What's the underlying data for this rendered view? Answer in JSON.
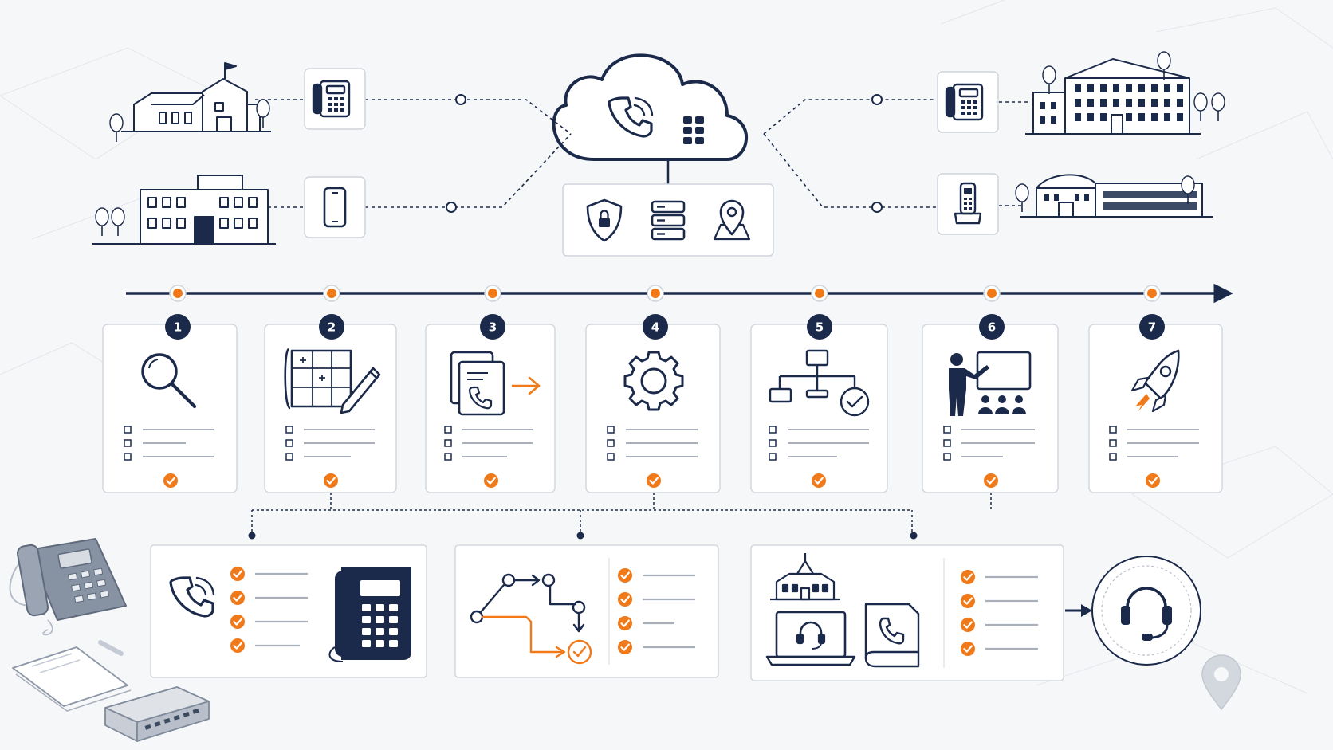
{
  "colors": {
    "navy": "#1b2a4a",
    "orange": "#f07a1a",
    "card_border": "#d3d7de",
    "card_fill": "#ffffff",
    "line_gray": "#a9b0bb",
    "background": "#f6f7f9"
  },
  "cloud": {
    "icons": [
      "phone-call-icon",
      "keypad-grid-icon"
    ],
    "services": [
      "shield-lock-icon",
      "server-stack-icon",
      "map-pin-icon"
    ]
  },
  "sites": [
    {
      "side": "left",
      "building": "school-building-icon",
      "device": "desk-phone-icon"
    },
    {
      "side": "left",
      "building": "office-building-icon",
      "device": "mobile-phone-icon"
    },
    {
      "side": "right",
      "building": "multistory-building-icon",
      "device": "desk-phone-icon"
    },
    {
      "side": "right",
      "building": "campus-building-icon",
      "device": "cordless-phone-icon"
    }
  ],
  "steps": [
    {
      "number": "1",
      "icon": "magnifier-icon"
    },
    {
      "number": "2",
      "icon": "blueprint-pencil-icon"
    },
    {
      "number": "3",
      "icon": "documents-phone-arrow-icon"
    },
    {
      "number": "4",
      "icon": "gear-icon"
    },
    {
      "number": "5",
      "icon": "flowchart-check-icon"
    },
    {
      "number": "6",
      "icon": "presenter-audience-icon"
    },
    {
      "number": "7",
      "icon": "rocket-icon"
    }
  ],
  "detail_panels": [
    {
      "left_icon": "phone-call-icon",
      "right_icon": "desk-phone-icon",
      "checks": 4
    },
    {
      "left_icon": "call-flow-icon",
      "checks": 4
    },
    {
      "left_icon": "school-laptop-headset-icon",
      "right_icon": "phone-manual-icon",
      "checks": 4
    }
  ],
  "support": {
    "icon": "headset-icon"
  },
  "decor": [
    "ip-phone-illustration",
    "notebook-illustration",
    "network-switch-illustration",
    "location-pin-icon"
  ]
}
